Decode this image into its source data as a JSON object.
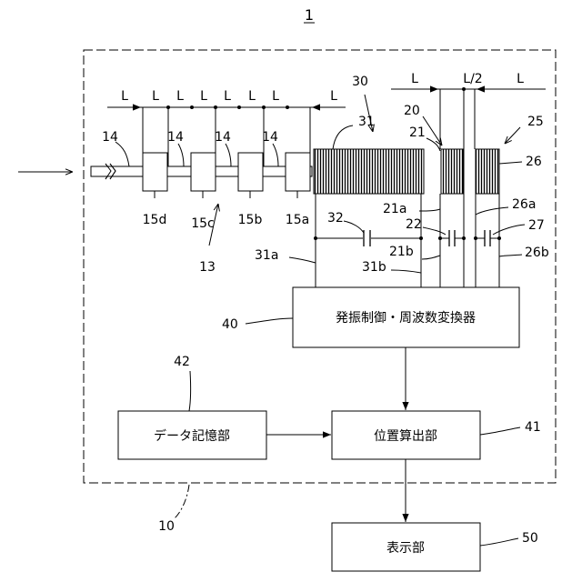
{
  "labels": {
    "fig_number": "1",
    "device": "10",
    "scale_unit": "13",
    "scale_marks": [
      "14",
      "14",
      "14",
      "14"
    ],
    "magnets": [
      "15d",
      "15c",
      "15b",
      "15a"
    ],
    "detector": "30",
    "coil_main": "31",
    "coil_main_end_a": "31a",
    "coil_main_end_b": "31b",
    "cap_main": "32",
    "sub_unit_1": "20",
    "coil_1": "21",
    "coil_1_end_a": "21a",
    "coil_1_end_b": "21b",
    "cap_1": "22",
    "sub_unit_2": "25",
    "coil_2": "26",
    "coil_2_end_a": "26a",
    "coil_2_end_b": "26b",
    "cap_2": "27",
    "oscillator_ref": "40",
    "position_calc_ref": "41",
    "data_storage_ref": "42",
    "display_ref": "50"
  },
  "dimensions": {
    "scale_pitch": [
      "L",
      "L",
      "L",
      "L",
      "L",
      "L",
      "L"
    ],
    "coil_pitch": [
      "L",
      "L/2",
      "L"
    ]
  },
  "blocks": {
    "oscillator": "発振制御・周波数変換器",
    "position_calc": "位置算出部",
    "data_storage": "データ記憶部",
    "display": "表示部"
  }
}
